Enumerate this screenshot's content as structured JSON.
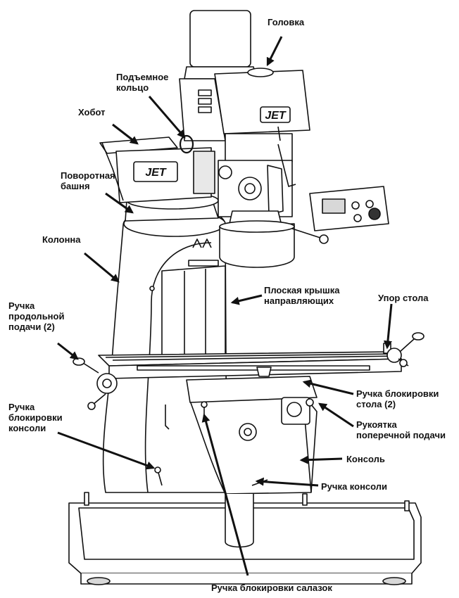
{
  "colors": {
    "ink": "#111111",
    "paper": "#ffffff",
    "shade": "#d8d8d8"
  },
  "brand": {
    "logo_text": "JET"
  },
  "callouts": {
    "head": "Головка",
    "lifting_ring": "Подъемное\nкольцо",
    "ram": "Хобот",
    "turret": "Поворотная\nбашня",
    "column": "Колонна",
    "way_cover": "Плоская крышка\nнаправляющих",
    "table_stop": "Упор стола",
    "longitudinal_handle": "Ручка\nпродольной\nподачи (2)",
    "table_lock": "Ручка блокировки\nстола (2)",
    "cross_feed": "Рукоятка\nпоперечной подачи",
    "knee_lock": "Ручка\nблокировки\nконсоли",
    "knee": "Консоль",
    "knee_crank": "Ручка консоли",
    "saddle_lock": "Ручка блокировки салазок"
  }
}
